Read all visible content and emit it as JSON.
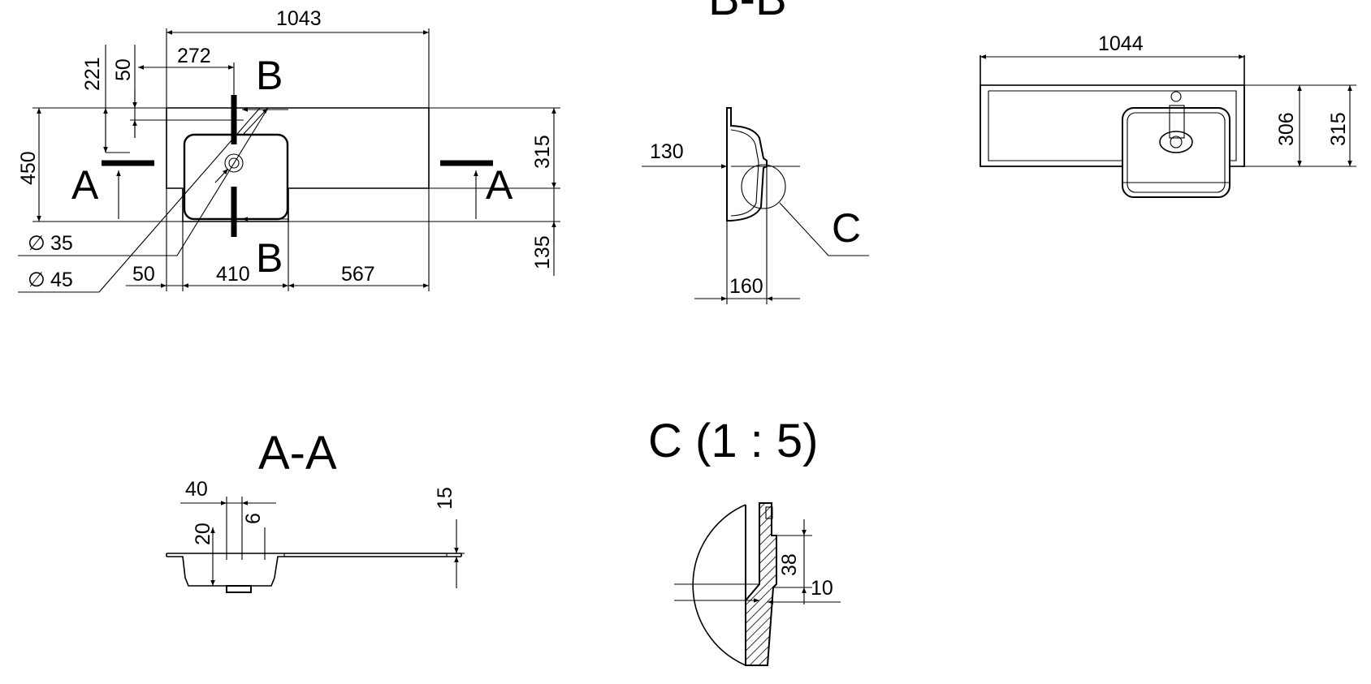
{
  "views": {
    "section_bb": {
      "title": "B-B",
      "detail_marker": "C"
    },
    "section_aa": {
      "title": "A-A"
    },
    "detail_c": {
      "title": "C (1 : 5)"
    }
  },
  "labels": {
    "section_a": "A",
    "section_b": "B",
    "dia_35": "35",
    "dia_45": "45",
    "dia_symbol": "∅"
  },
  "dimensions": {
    "plan": {
      "overall_width": "1043",
      "tap_offset": "272",
      "depth_221": "221",
      "depth_50": "50",
      "overall_depth": "450",
      "right_315": "315",
      "right_135": "135",
      "left_50": "50",
      "bowl_width": "410",
      "right_567": "567"
    },
    "section_bb": {
      "inner_130": "130",
      "outer_160": "160"
    },
    "top_view": {
      "width": "1044",
      "depth_306": "306",
      "depth_315": "315"
    },
    "section_aa": {
      "d40": "40",
      "d20": "20",
      "d6": "6",
      "d15": "15"
    },
    "detail_c": {
      "d38": "38",
      "d10": "10"
    }
  }
}
